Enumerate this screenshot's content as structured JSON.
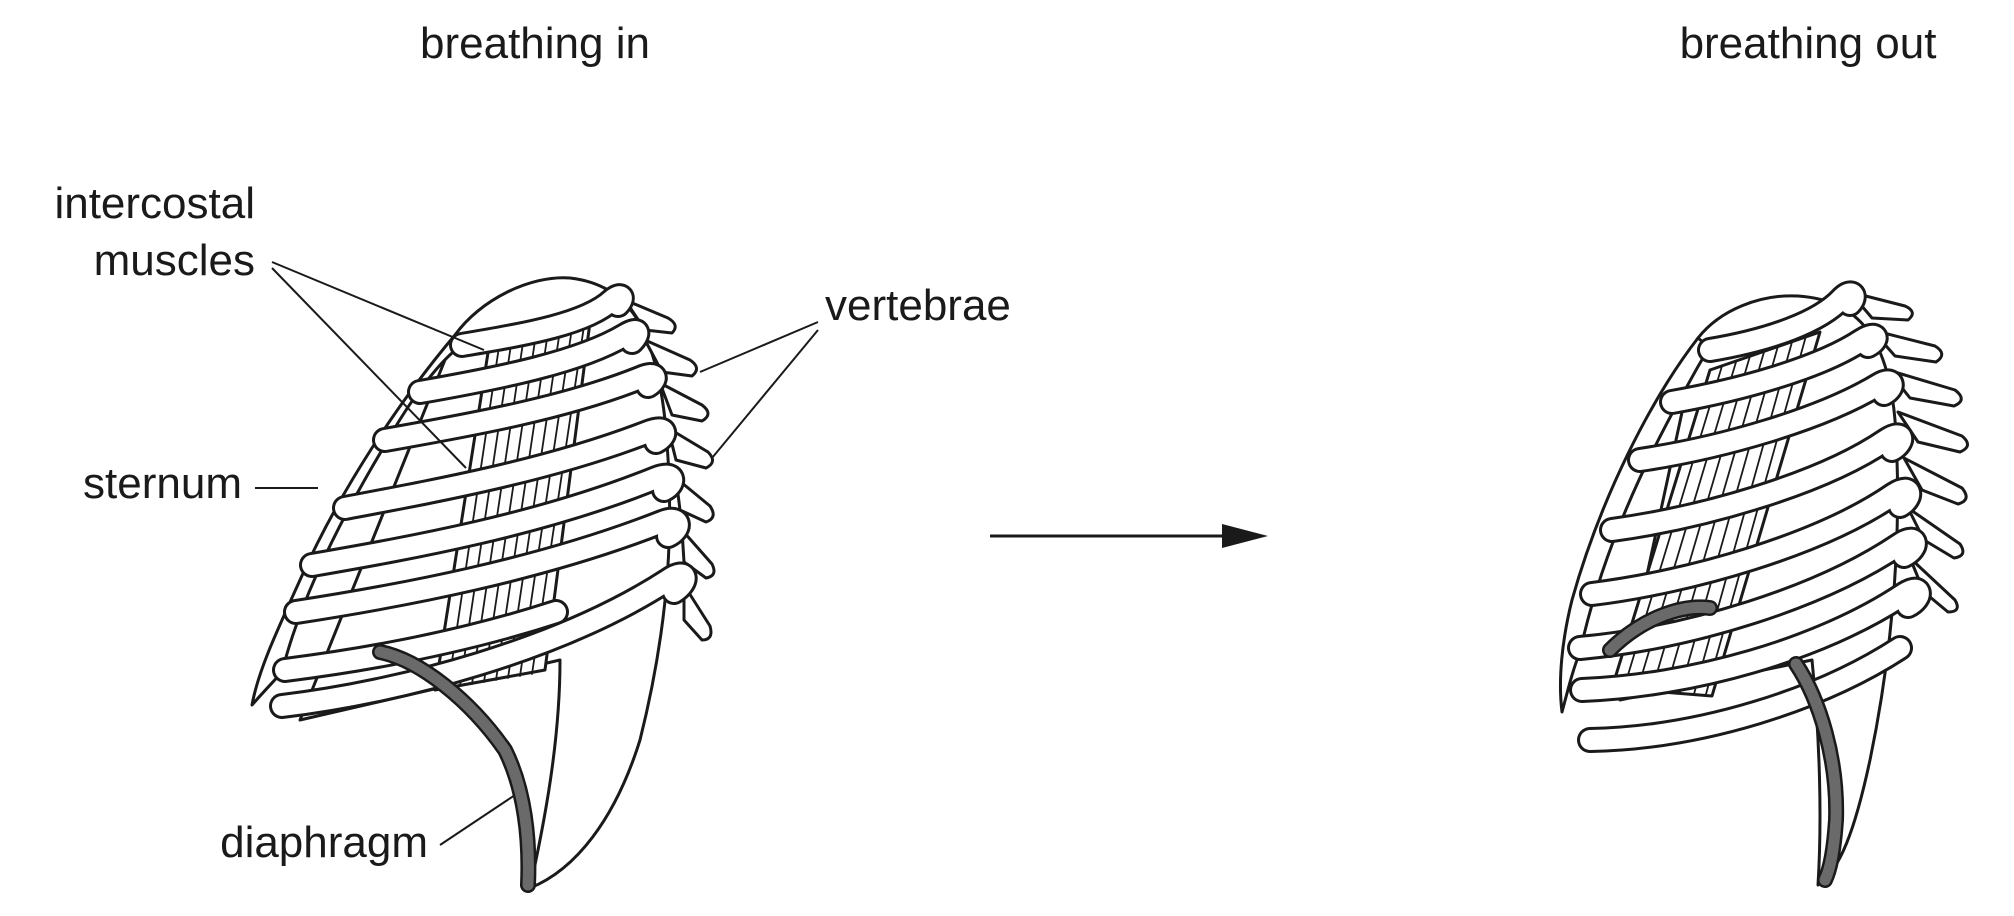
{
  "panels": {
    "inhale_title": "breathing in",
    "exhale_title": "breathing out"
  },
  "labels": {
    "intercostal_line1": "intercostal",
    "intercostal_line2": "muscles",
    "vertebrae": "vertebrae",
    "sternum": "sternum",
    "diaphragm": "diaphragm"
  },
  "colors": {
    "outline": "#1a1a1a",
    "diaphragm": "#6a6a6a",
    "background": "#ffffff"
  }
}
